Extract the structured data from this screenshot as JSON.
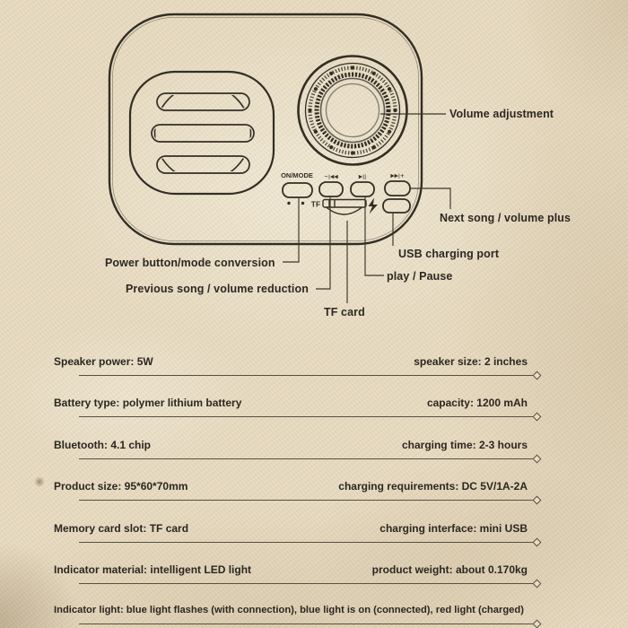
{
  "colors": {
    "background": "#e8dcc2",
    "ink": "#2d2822",
    "line_color": "#574f42"
  },
  "device": {
    "on_mode_label": "ON/MODE",
    "tf_label": "TF",
    "prev_icon": "−|◀◀",
    "play_icon": "▶||",
    "next_icon": "▶▶|+"
  },
  "callouts": [
    {
      "label": "Volume adjustment"
    },
    {
      "label": "Next song / volume plus"
    },
    {
      "label": "USB charging port"
    },
    {
      "label": "play / Pause"
    },
    {
      "label": "TF card"
    },
    {
      "label": "Power button/mode conversion"
    },
    {
      "label": "Previous song / volume reduction"
    }
  ],
  "specs": {
    "rows": [
      {
        "left": "Speaker power: 5W",
        "right": "speaker size: 2 inches"
      },
      {
        "left": "Battery type: polymer lithium battery",
        "right": "capacity: 1200 mAh"
      },
      {
        "left": "Bluetooth: 4.1 chip",
        "right": "charging time: 2-3 hours"
      },
      {
        "left": "Product size: 95*60*70mm",
        "right": "charging requirements: DC 5V/1A-2A"
      },
      {
        "left": "Memory card slot: TF card",
        "right": "charging interface: mini USB"
      },
      {
        "left": "Indicator material: intelligent LED light",
        "right": "product weight: about 0.170kg"
      },
      {
        "left": "Indicator light: blue light flashes (with connection), blue light is on (connected), red light (charged)",
        "right": ""
      }
    ]
  }
}
